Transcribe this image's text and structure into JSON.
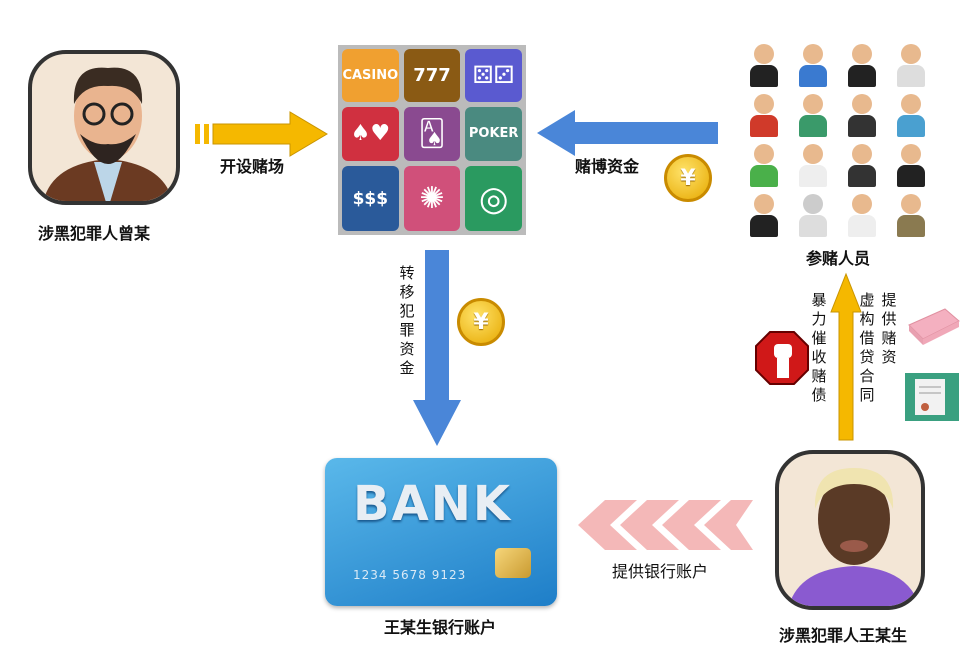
{
  "nodes": {
    "person_zeng": {
      "label": "涉黑犯罪人曾某"
    },
    "casino": {
      "tiles": [
        "CASINO",
        "777",
        "⚄⚂",
        "♠♥",
        "🂡",
        "POKER",
        "$$$",
        "✺",
        "◎"
      ],
      "tile_colors": [
        "#f0a030",
        "#8a5a14",
        "#5a5ad0",
        "#d03040",
        "#8a4a90",
        "#4a8a80",
        "#2a5a9a",
        "#d0507a",
        "#2a9a60"
      ]
    },
    "gamblers": {
      "label": "参赌人员"
    },
    "bank_card": {
      "brand": "BANK",
      "number": "1234 5678 9123",
      "label": "王某生银行账户"
    },
    "person_wang": {
      "label": "涉黑犯罪人王某生"
    }
  },
  "edges": {
    "open_casino": {
      "label": "开设赌场",
      "color": "#f5b800"
    },
    "gambling_funds": {
      "label": "赌博资金",
      "color": "#4a86d8",
      "coin": "¥"
    },
    "transfer_funds": {
      "label": "转移犯罪资金",
      "color": "#4a86d8",
      "coin": "¥"
    },
    "provide_account": {
      "label": "提供银行账户",
      "color": "#f4b8b8"
    },
    "violent_collection": {
      "label": "暴力催收赌债"
    },
    "fake_contract": {
      "label": "虚构借贷合同"
    },
    "provide_funds": {
      "label": "提供赌资"
    }
  }
}
